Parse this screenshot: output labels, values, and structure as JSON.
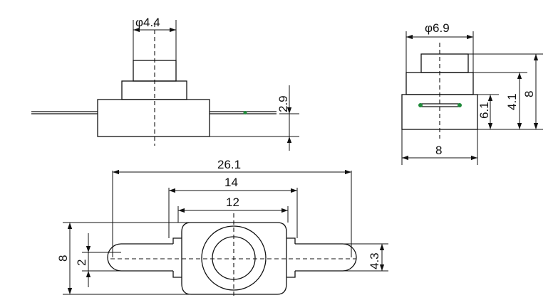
{
  "side_view": {
    "diameter_label": "φ4.4",
    "height_label": "2.9"
  },
  "end_view": {
    "diameter_label": "φ6.9",
    "width_label": "8",
    "height_total_label": "8",
    "height_body_label": "4.1",
    "height_pins_label": "6.1"
  },
  "top_view": {
    "overall_length_label": "26.1",
    "mid_length_label": "14",
    "body_length_label": "12",
    "overall_height_label": "8",
    "tab_height_label": "2",
    "right_height_label": "4.3"
  },
  "colors": {
    "line": "#111111",
    "pin_dot": "#1f8a3a",
    "background": "#ffffff"
  }
}
